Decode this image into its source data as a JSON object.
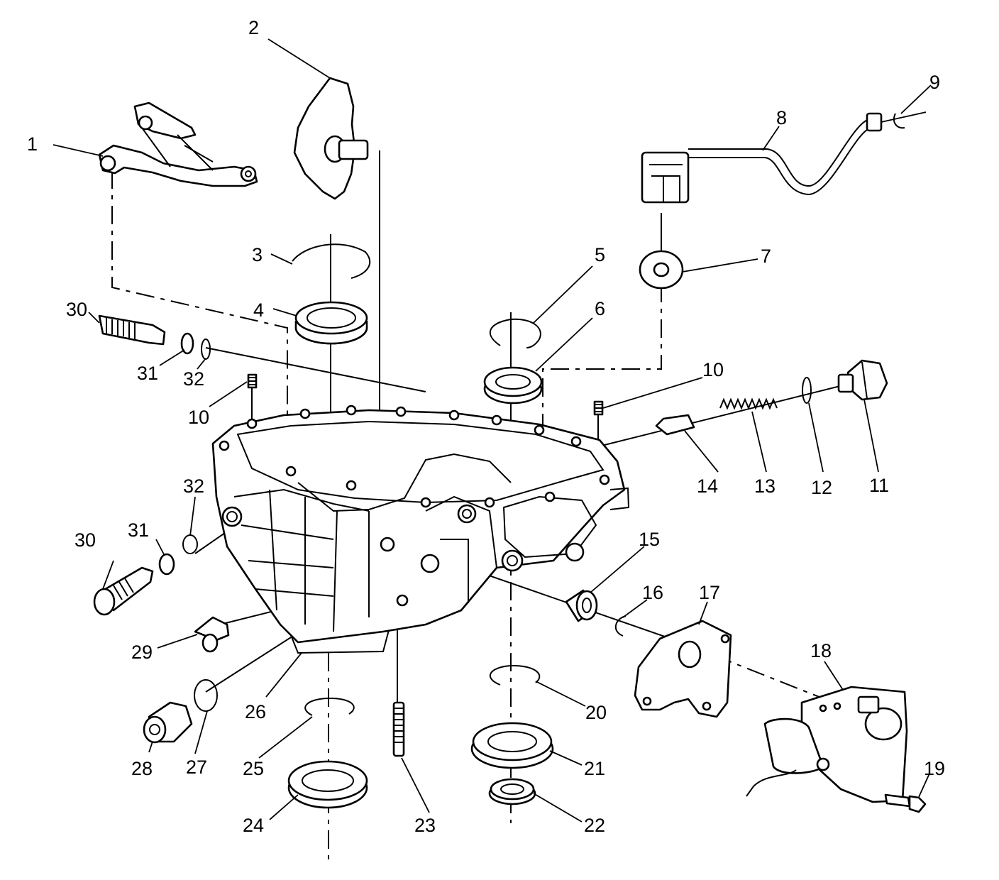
{
  "callouts": [
    {
      "id": "1",
      "text": "1"
    },
    {
      "id": "2",
      "text": "2"
    },
    {
      "id": "3",
      "text": "3"
    },
    {
      "id": "4",
      "text": "4"
    },
    {
      "id": "5",
      "text": "5"
    },
    {
      "id": "6",
      "text": "6"
    },
    {
      "id": "7",
      "text": "7"
    },
    {
      "id": "8",
      "text": "8"
    },
    {
      "id": "9",
      "text": "9"
    },
    {
      "id": "10a",
      "text": "10"
    },
    {
      "id": "10b",
      "text": "10"
    },
    {
      "id": "11",
      "text": "11"
    },
    {
      "id": "12",
      "text": "12"
    },
    {
      "id": "13",
      "text": "13"
    },
    {
      "id": "14",
      "text": "14"
    },
    {
      "id": "15",
      "text": "15"
    },
    {
      "id": "16",
      "text": "16"
    },
    {
      "id": "17",
      "text": "17"
    },
    {
      "id": "18",
      "text": "18"
    },
    {
      "id": "19",
      "text": "19"
    },
    {
      "id": "20",
      "text": "20"
    },
    {
      "id": "21",
      "text": "21"
    },
    {
      "id": "22",
      "text": "22"
    },
    {
      "id": "23",
      "text": "23"
    },
    {
      "id": "24",
      "text": "24"
    },
    {
      "id": "25",
      "text": "25"
    },
    {
      "id": "26",
      "text": "26"
    },
    {
      "id": "27",
      "text": "27"
    },
    {
      "id": "28",
      "text": "28"
    },
    {
      "id": "29",
      "text": "29"
    },
    {
      "id": "30a",
      "text": "30"
    },
    {
      "id": "30b",
      "text": "30"
    },
    {
      "id": "31a",
      "text": "31"
    },
    {
      "id": "31b",
      "text": "31"
    },
    {
      "id": "32a",
      "text": "32"
    },
    {
      "id": "32b",
      "text": "32"
    }
  ],
  "colors": {
    "line": "#000000",
    "background": "#ffffff"
  }
}
